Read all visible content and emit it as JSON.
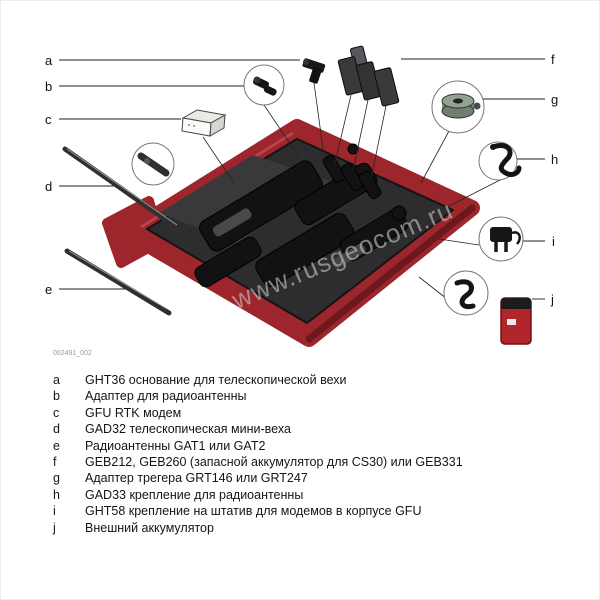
{
  "figure": {
    "code": "002491_002",
    "watermark": "www.rusgeocom.ru"
  },
  "colors": {
    "case_red": "#9c262c",
    "foam_dark": "#2d2d2f",
    "battery_red": "#b2252a",
    "adapter_green": "#93a392"
  },
  "legend": {
    "items": [
      {
        "letter": "a",
        "text": "GHT36 основание для телескопической вехи"
      },
      {
        "letter": "b",
        "text": "Адаптер для радиоантенны"
      },
      {
        "letter": "c",
        "text": "GFU RTK модем"
      },
      {
        "letter": "d",
        "text": "GAD32 телескопическая мини-веха"
      },
      {
        "letter": "e",
        "text": "Радиоантенны GAT1 или GAT2"
      },
      {
        "letter": "f",
        "text": "GEB212, GEB260 (запасной аккумулятор для CS30) или GEB331"
      },
      {
        "letter": "g",
        "text": "Адаптер трегера GRT146 или GRT247"
      },
      {
        "letter": "h",
        "text": "GAD33 крепление для радиоантенны"
      },
      {
        "letter": "i",
        "text": "GHT58 крепление на штатив для модемов в корпусе GFU"
      },
      {
        "letter": "j",
        "text": "Внешний аккумулятор"
      }
    ]
  }
}
